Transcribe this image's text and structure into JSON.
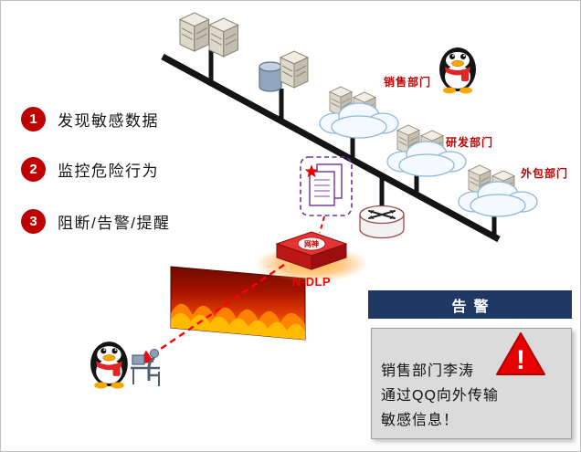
{
  "steps": [
    {
      "num": "1",
      "label": "发现敏感数据"
    },
    {
      "num": "2",
      "label": "监控危险行为"
    },
    {
      "num": "3",
      "label": "阻断/告警/提醒"
    }
  ],
  "network": {
    "departments": [
      {
        "label": "销售部门"
      },
      {
        "label": "研发部门"
      },
      {
        "label": "外包部门"
      }
    ],
    "dlp": {
      "label": "N-DLP",
      "badge": "网神"
    }
  },
  "alert_panel": {
    "title": "告警",
    "exclamation": "!",
    "lines": [
      "销售部门李涛",
      "通过QQ向外传输",
      "敏感信息！"
    ]
  },
  "icons": {
    "server_stack": "server-stack-icon",
    "database": "database-icon",
    "cloud": "cloud-icon",
    "qq_penguin": "qq-penguin-icon",
    "router": "router-icon",
    "policy_document": "policy-document-icon",
    "star": "star-icon",
    "firewall": "firewall-icon",
    "ndlp": "ndlp-appliance-icon",
    "warning": "warning-triangle-icon",
    "workstation": "workstation-user-icon"
  },
  "colors": {
    "step_red": "#C00000",
    "dept_label_red": "#C00000",
    "ndlp_label_red": "#FF0000",
    "alert_header_navy": "#1F3864",
    "alert_body_gray": "#DBDBDB",
    "warning_red": "#E80000",
    "dashed_red": "#FF0000",
    "purple": "#7030A0",
    "fire_orange": "#FF8A00"
  }
}
